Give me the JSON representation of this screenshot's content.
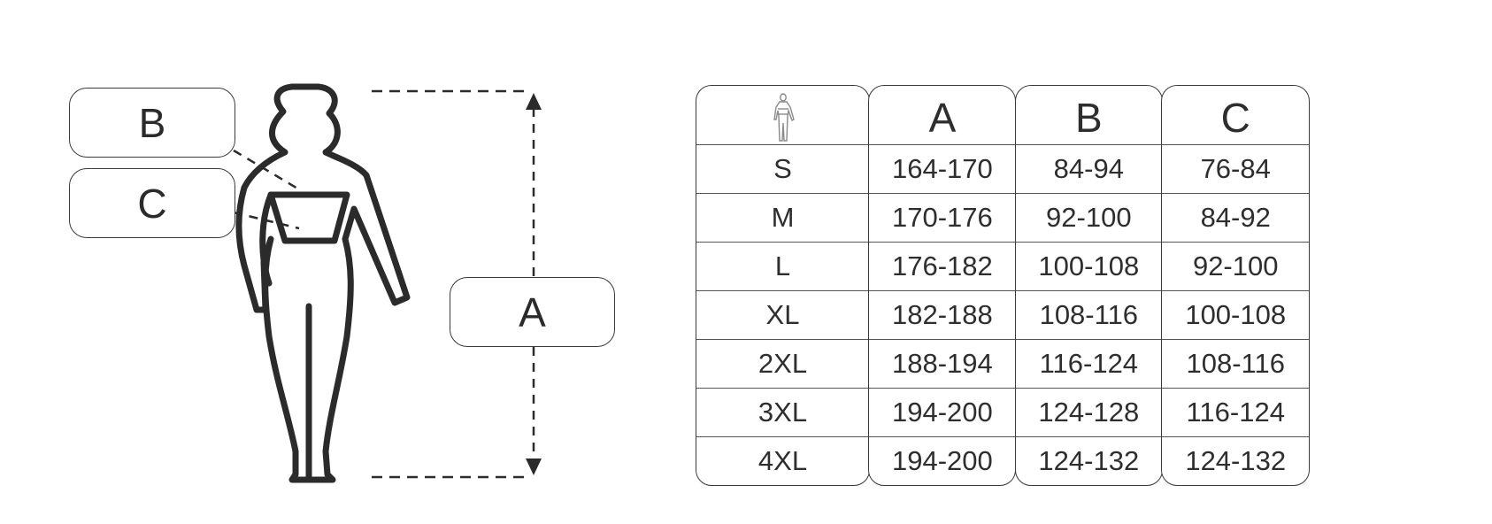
{
  "diagram": {
    "labels": {
      "height": "A",
      "chest": "B",
      "waist": "C"
    },
    "figure_icon": "person-silhouette-icon",
    "measure_arrow_icon": "double-arrow-vertical-icon"
  },
  "size_table": {
    "header_icon": "person-silhouette-icon",
    "columns": [
      "A",
      "B",
      "C"
    ],
    "rows": [
      {
        "size": "S",
        "A": "164-170",
        "B": "84-94",
        "C": "76-84"
      },
      {
        "size": "M",
        "A": "170-176",
        "B": "92-100",
        "C": "84-92"
      },
      {
        "size": "L",
        "A": "176-182",
        "B": "100-108",
        "C": "92-100"
      },
      {
        "size": "XL",
        "A": "182-188",
        "B": "108-116",
        "C": "100-108"
      },
      {
        "size": "2XL",
        "A": "188-194",
        "B": "116-124",
        "C": "108-116"
      },
      {
        "size": "3XL",
        "A": "194-200",
        "B": "124-128",
        "C": "116-124"
      },
      {
        "size": "4XL",
        "A": "194-200",
        "B": "124-132",
        "C": "124-132"
      }
    ]
  },
  "colors": {
    "line": "#2b2b2b",
    "background": "#ffffff"
  }
}
